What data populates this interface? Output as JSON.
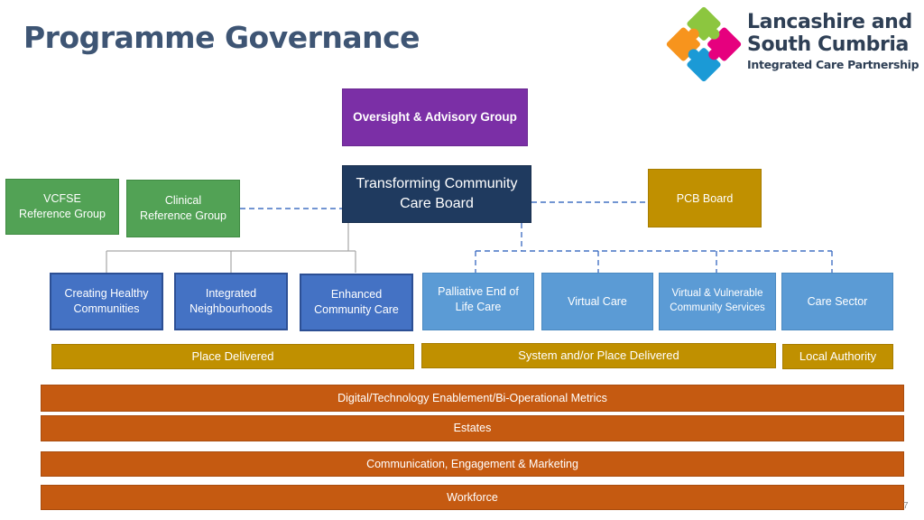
{
  "slide": {
    "title": "Programme Governance",
    "page_number": "7"
  },
  "logo": {
    "icon": "puzzle-pieces-icon",
    "line1": "Lancashire and",
    "line2": "South Cumbria",
    "line3": "Integrated Care Partnership",
    "colors": [
      "#e6007e",
      "#8cc63f",
      "#f7941d",
      "#1b9ad6"
    ]
  },
  "top": {
    "oversight": "Oversight & Advisory Group",
    "board": "Transforming Community Care Board",
    "pcb": "PCB Board",
    "vcfse": "VCFSE Reference Group",
    "clinical": "Clinical Reference Group"
  },
  "workstreams": [
    "Creating Healthy Communities",
    "Integrated Neighbourhoods",
    "Enhanced Community Care",
    "Palliative End of Life Care",
    "Virtual Care",
    "Virtual & Vulnerable Community Services",
    "Care Sector"
  ],
  "delivery": {
    "place": "Place Delivered",
    "system": "System and/or Place Delivered",
    "local": "Local Authority"
  },
  "enablers": [
    "Digital/Technology Enablement/Bi-Operational Metrics",
    "Estates",
    "Communication, Engagement & Marketing",
    "Workforce"
  ],
  "colors": {
    "title": "#3e5574",
    "purple": "#7b2fa6",
    "navy": "#1f3a5f",
    "gold": "#c09000",
    "green": "#52a255",
    "blue": "#4472c4",
    "light_blue": "#5b9bd5",
    "orange": "#c55a11"
  }
}
